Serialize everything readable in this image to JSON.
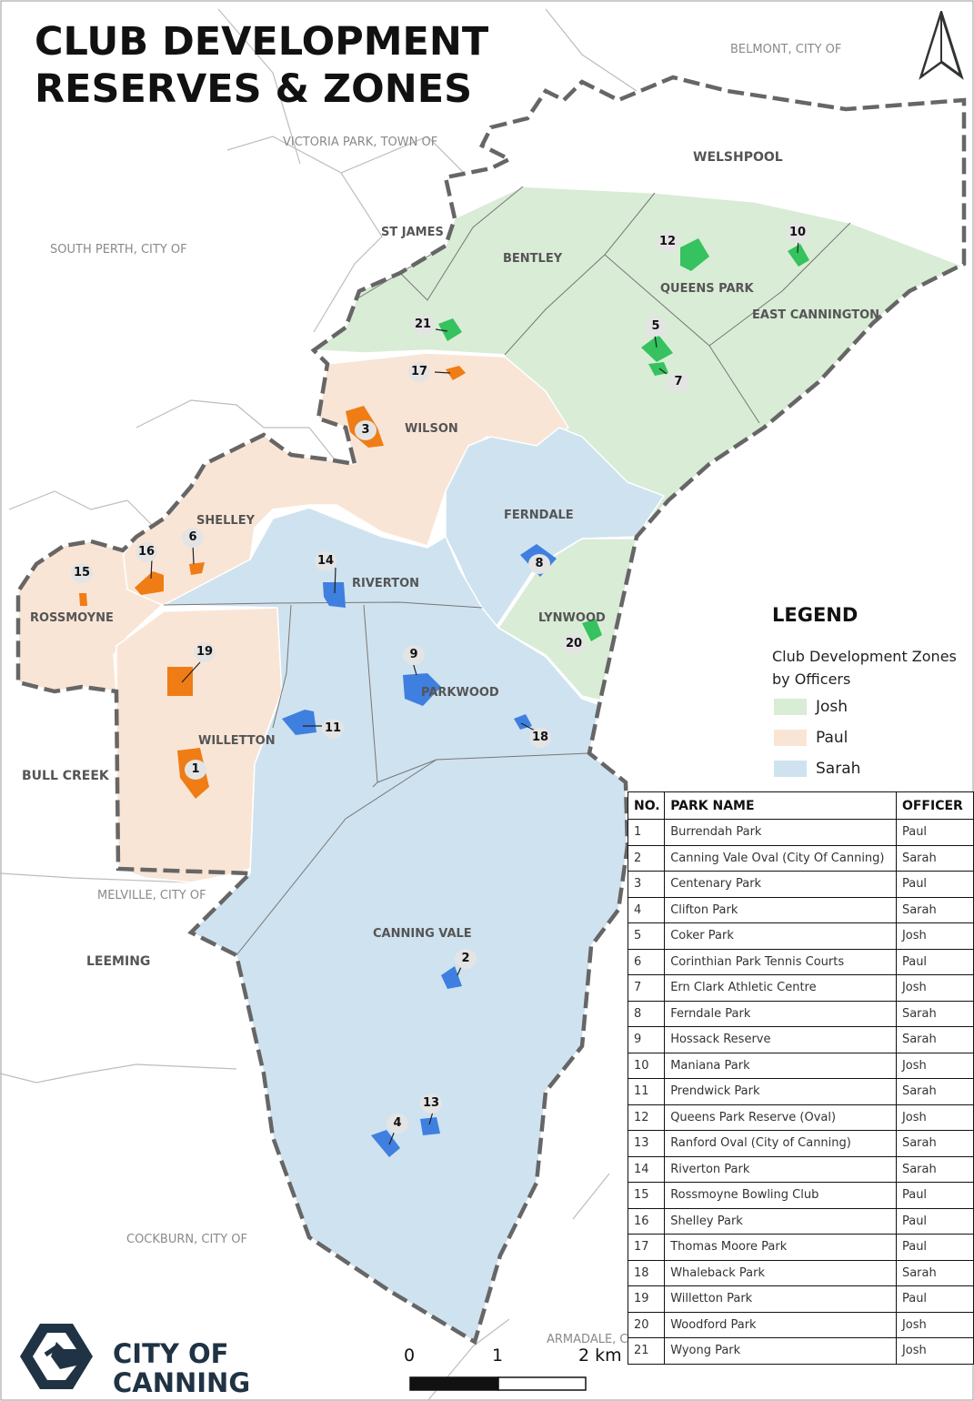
{
  "title": {
    "line1": "CLUB DEVELOPMENT",
    "line2": "RESERVES & ZONES"
  },
  "colors": {
    "josh": "#d9ecd6",
    "paul": "#f9e5d6",
    "sarah": "#cfe2ef",
    "josh_park": "#35c25f",
    "paul_park": "#f07c15",
    "sarah_park": "#3f7fe0",
    "boundary": "#666666"
  },
  "neighbouring_areas": {
    "belmont": "BELMONT, CITY OF",
    "victoria_park": "VICTORIA PARK, TOWN OF",
    "south_perth": "SOUTH PERTH, CITY OF",
    "melville": "MELVILLE, CITY OF",
    "cockburn": "COCKBURN, CITY OF",
    "armadale": "ARMADALE, C",
    "welshpool": "WELSHPOOL",
    "bull_creek": "BULL CREEK",
    "leeming": "LEEMING"
  },
  "suburbs": {
    "st_james": "ST JAMES",
    "bentley": "BENTLEY",
    "queens_park": "QUEENS PARK",
    "east_cannington": "EAST CANNINGTON",
    "wilson": "WILSON",
    "ferndale": "FERNDALE",
    "shelley": "SHELLEY",
    "riverton": "RIVERTON",
    "rossmoyne": "ROSSMOYNE",
    "lynwood": "LYNWOOD",
    "parkwood": "PARKWOOD",
    "willetton": "WILLETTON",
    "canning_vale": "CANNING VALE"
  },
  "park_markers": [
    "1",
    "2",
    "3",
    "4",
    "5",
    "6",
    "7",
    "8",
    "9",
    "10",
    "11",
    "12",
    "13",
    "14",
    "15",
    "16",
    "17",
    "18",
    "19",
    "20",
    "21"
  ],
  "legend": {
    "title": "LEGEND",
    "subtitle": "Club Development Zones by Officers",
    "items": [
      {
        "label": "Josh",
        "color": "#d9ecd6"
      },
      {
        "label": "Paul",
        "color": "#f9e5d6"
      },
      {
        "label": "Sarah",
        "color": "#cfe2ef"
      }
    ]
  },
  "table": {
    "headers": [
      "NO.",
      "PARK NAME",
      "OFFICER"
    ],
    "rows": [
      [
        "1",
        "Burrendah Park",
        "Paul"
      ],
      [
        "2",
        "Canning Vale Oval (City Of Canning)",
        "Sarah"
      ],
      [
        "3",
        "Centenary Park",
        "Paul"
      ],
      [
        "4",
        "Clifton Park",
        "Sarah"
      ],
      [
        "5",
        "Coker Park",
        "Josh"
      ],
      [
        "6",
        "Corinthian Park Tennis Courts",
        "Paul"
      ],
      [
        "7",
        "Ern Clark Athletic Centre",
        "Josh"
      ],
      [
        "8",
        "Ferndale Park",
        "Sarah"
      ],
      [
        "9",
        "Hossack Reserve",
        "Sarah"
      ],
      [
        "10",
        "Maniana Park",
        "Josh"
      ],
      [
        "11",
        "Prendwick Park",
        "Sarah"
      ],
      [
        "12",
        "Queens Park Reserve (Oval)",
        "Josh"
      ],
      [
        "13",
        "Ranford Oval (City of Canning)",
        "Sarah"
      ],
      [
        "14",
        "Riverton Park",
        "Sarah"
      ],
      [
        "15",
        "Rossmoyne Bowling Club",
        "Paul"
      ],
      [
        "16",
        "Shelley Park",
        "Paul"
      ],
      [
        "17",
        "Thomas Moore Park",
        "Paul"
      ],
      [
        "18",
        "Whaleback Park",
        "Sarah"
      ],
      [
        "19",
        "Willetton Park",
        "Paul"
      ],
      [
        "20",
        "Woodford Park",
        "Josh"
      ],
      [
        "21",
        "Wyong Park",
        "Josh"
      ]
    ]
  },
  "scale_bar": {
    "labels": [
      "0",
      "1",
      "2 km"
    ]
  },
  "logo": {
    "line1": "CITY OF",
    "line2": "CANNING"
  },
  "north_arrow": "north-arrow"
}
